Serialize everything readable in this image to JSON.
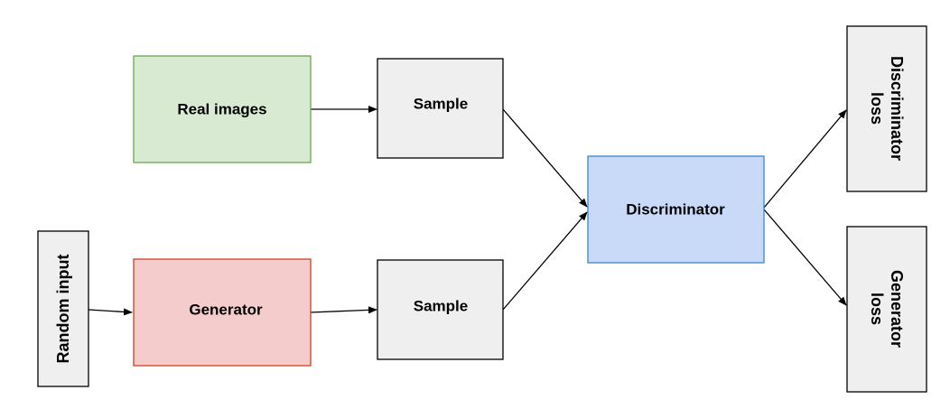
{
  "diagram": {
    "nodes": {
      "real_images": {
        "label": "Real images",
        "fill": "#d9ead3",
        "stroke": "#6aa84f"
      },
      "generator": {
        "label": "Generator",
        "fill": "#f4cccc",
        "stroke": "#cc4125"
      },
      "random_input": {
        "label": "Random input",
        "fill": "#efefef",
        "stroke": "#000000"
      },
      "sample_top": {
        "label": "Sample",
        "fill": "#efefef",
        "stroke": "#000000"
      },
      "sample_bottom": {
        "label": "Sample",
        "fill": "#efefef",
        "stroke": "#000000"
      },
      "discriminator": {
        "label": "Discriminator",
        "fill": "#c9daf8",
        "stroke": "#3d85c6"
      },
      "discriminator_loss": {
        "label_line1": "Discriminator",
        "label_line2": "loss",
        "fill": "#efefef",
        "stroke": "#000000"
      },
      "generator_loss": {
        "label_line1": "Generator",
        "label_line2": "loss",
        "fill": "#efefef",
        "stroke": "#000000"
      }
    },
    "edges": [
      {
        "from": "real_images",
        "to": "sample_top"
      },
      {
        "from": "random_input",
        "to": "generator"
      },
      {
        "from": "generator",
        "to": "sample_bottom"
      },
      {
        "from": "sample_top",
        "to": "discriminator"
      },
      {
        "from": "sample_bottom",
        "to": "discriminator"
      },
      {
        "from": "discriminator",
        "to": "discriminator_loss"
      },
      {
        "from": "discriminator",
        "to": "generator_loss"
      }
    ]
  }
}
